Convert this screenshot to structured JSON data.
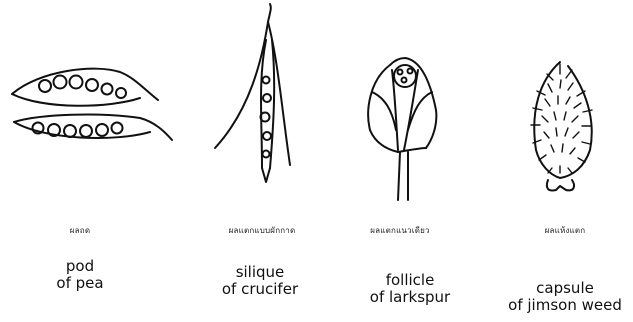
{
  "figures": [
    {
      "thai": "ผลถด",
      "line1": "pod",
      "line2": "of pea",
      "icon": "pea-pod-icon"
    },
    {
      "thai": "ผลแตกแบบผักกาด",
      "line1": "silique",
      "line2": "of crucifer",
      "icon": "silique-icon"
    },
    {
      "thai": "ผลแตกแนวเดียว",
      "line1": "follicle",
      "line2": "of larkspur",
      "icon": "follicle-icon"
    },
    {
      "thai": "ผลแห้งแตก",
      "line1": "capsule",
      "line2": "of jimson weed",
      "icon": "capsule-icon"
    }
  ]
}
